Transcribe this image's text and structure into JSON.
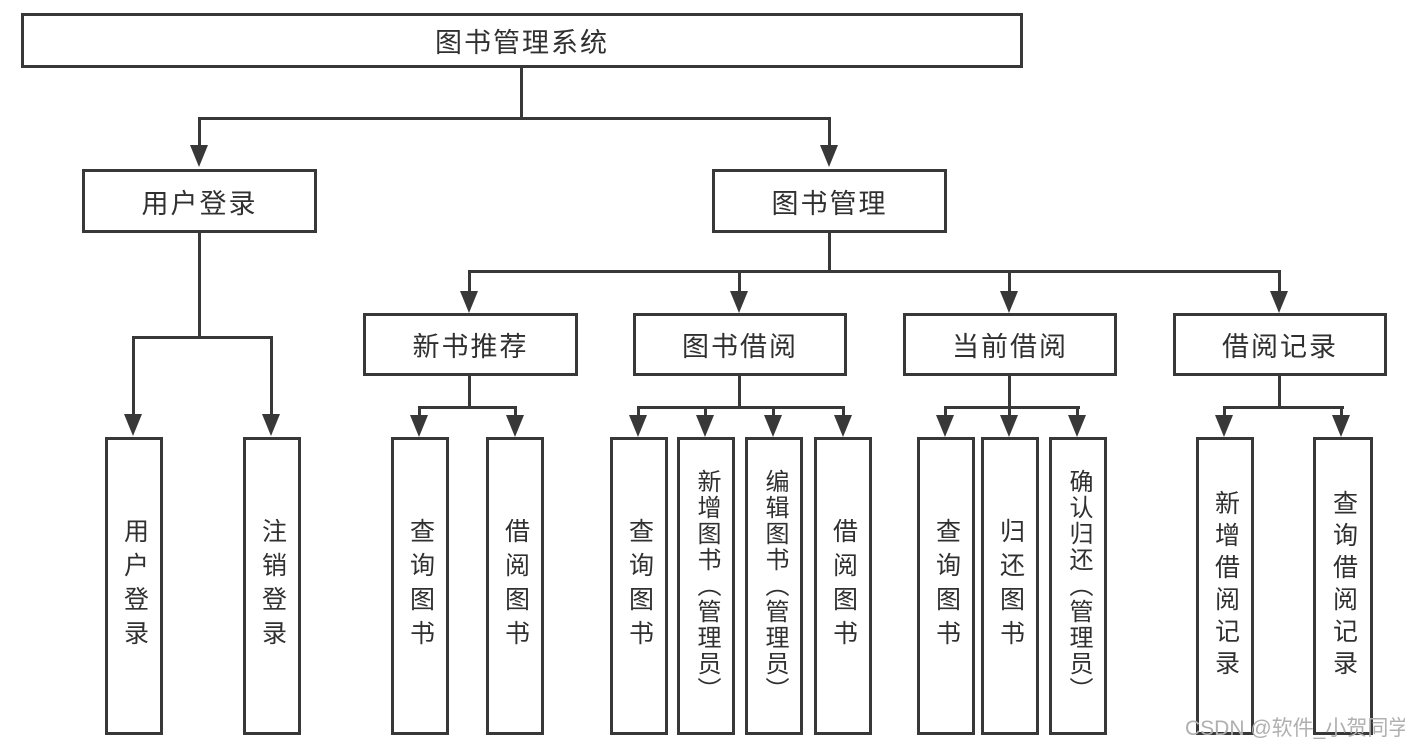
{
  "root": {
    "label": "图书管理系统"
  },
  "level2": [
    {
      "label": "用户登录"
    },
    {
      "label": "图书管理"
    }
  ],
  "level3": [
    {
      "label": "新书推荐",
      "parent": "图书管理"
    },
    {
      "label": "图书借阅",
      "parent": "图书管理"
    },
    {
      "label": "当前借阅",
      "parent": "图书管理"
    },
    {
      "label": "借阅记录",
      "parent": "图书管理"
    }
  ],
  "leaves": [
    {
      "parent": "用户登录",
      "label": "用户登录"
    },
    {
      "parent": "用户登录",
      "label": "注销登录"
    },
    {
      "parent": "新书推荐",
      "label": "查询图书"
    },
    {
      "parent": "新书推荐",
      "label": "借阅图书"
    },
    {
      "parent": "图书借阅",
      "label": "查询图书"
    },
    {
      "parent": "图书借阅",
      "label": "新增图书（管理员）"
    },
    {
      "parent": "图书借阅",
      "label": "编辑图书（管理员）"
    },
    {
      "parent": "图书借阅",
      "label": "借阅图书"
    },
    {
      "parent": "当前借阅",
      "label": "查询图书"
    },
    {
      "parent": "当前借阅",
      "label": "归还图书"
    },
    {
      "parent": "当前借阅",
      "label": "确认归还（管理员）"
    },
    {
      "parent": "借阅记录",
      "label": "新增借阅记录"
    },
    {
      "parent": "借阅记录",
      "label": "查询借阅记录"
    }
  ],
  "watermark": {
    "text": "CSDN @软件_小贺同学"
  },
  "colors": {
    "line": "#383838",
    "text": "#303030",
    "watermark": "#b0b0b0",
    "background": "#ffffff"
  }
}
